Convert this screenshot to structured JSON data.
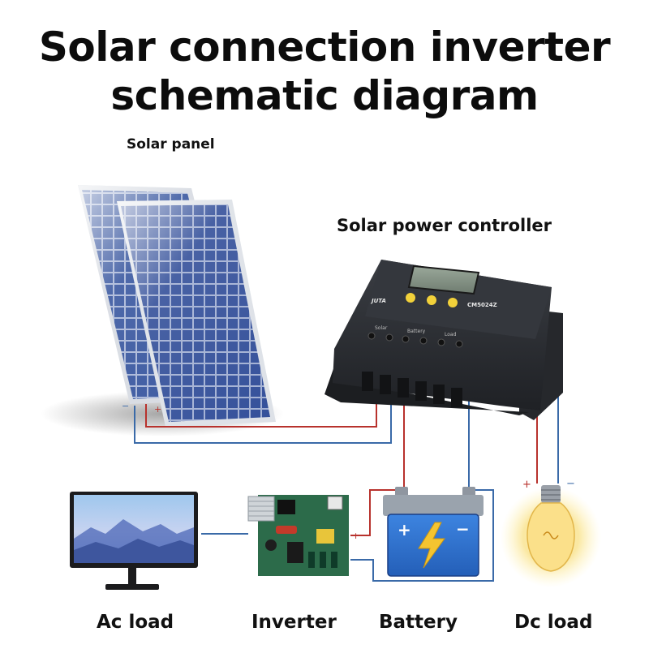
{
  "diagram": {
    "title_line1": "Solar connection inverter",
    "title_line2": "schematic diagram"
  },
  "labels": {
    "solar_panel": "Solar panel",
    "controller": "Solar power controller",
    "ac_load": "Ac load",
    "inverter": "Inverter",
    "battery": "Battery",
    "dc_load": "Dc load"
  },
  "controller_face": {
    "model": "CM5024Z",
    "brand": "JUTA",
    "terminal_groups": [
      "Solar",
      "Battery",
      "Load"
    ]
  },
  "polarity": {
    "plus": "+",
    "minus": "−"
  },
  "colors": {
    "positive_wire": "#b8322d",
    "negative_wire": "#3a6aa8",
    "controller_body": "#2b2e33",
    "panel_cells": "#2f4a8e",
    "battery_body": "#2f6fd0",
    "bulb_glow": "#f7d860"
  }
}
